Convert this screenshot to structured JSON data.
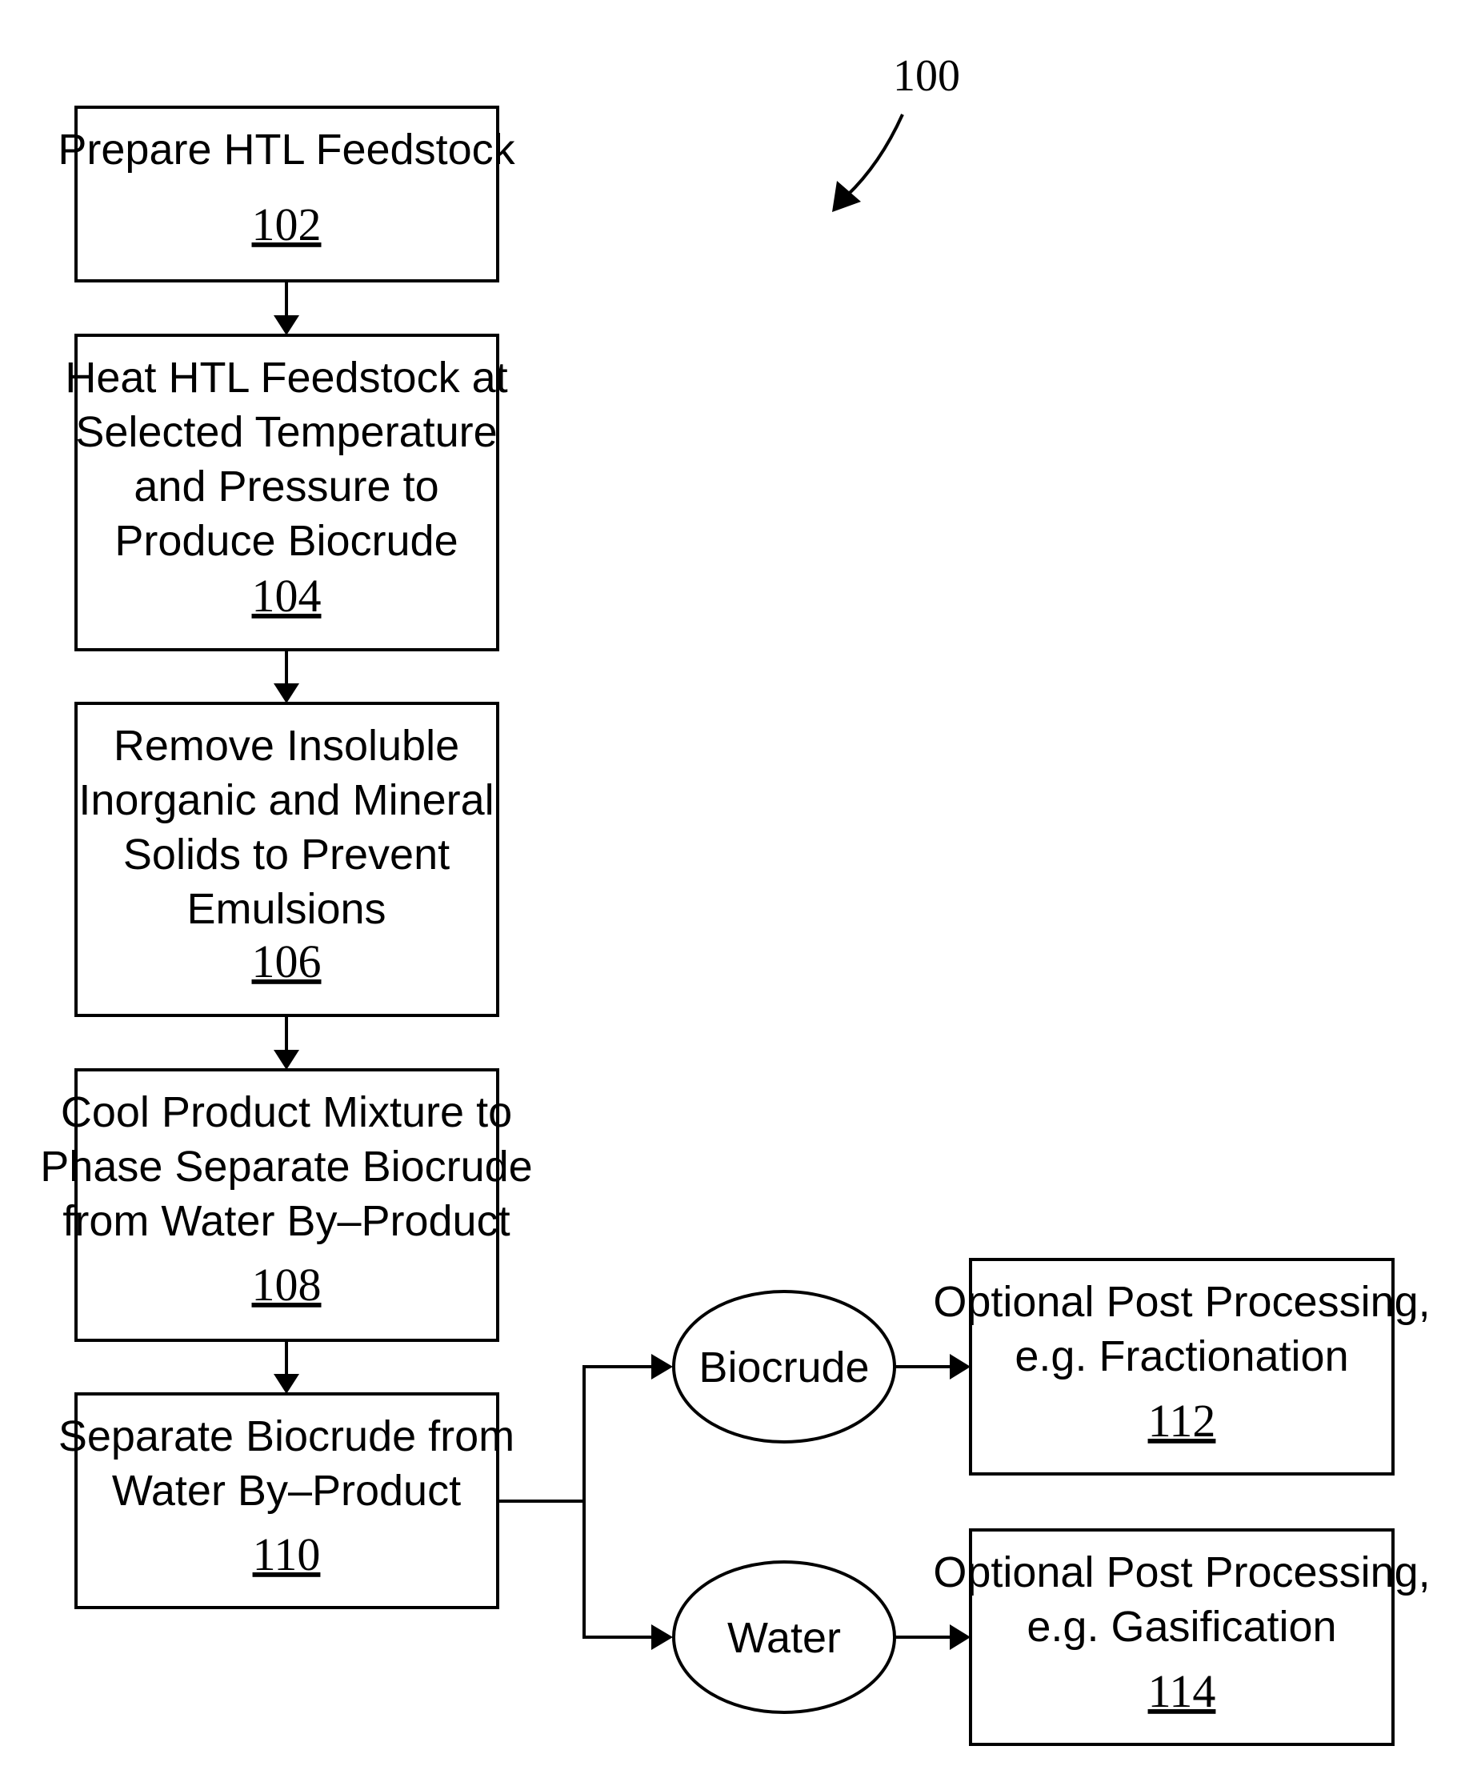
{
  "figure_ref": "100",
  "steps": [
    {
      "id": "102",
      "lines": [
        "Prepare HTL Feedstock"
      ],
      "ref": "102"
    },
    {
      "id": "104",
      "lines": [
        "Heat HTL Feedstock at",
        "Selected Temperature",
        "and Pressure to",
        "Produce Biocrude"
      ],
      "ref": "104"
    },
    {
      "id": "106",
      "lines": [
        "Remove Insoluble",
        "Inorganic and Mineral",
        "Solids to Prevent",
        "Emulsions"
      ],
      "ref": "106"
    },
    {
      "id": "108",
      "lines": [
        "Cool Product Mixture to",
        "Phase Separate Biocrude",
        "from Water By–Product"
      ],
      "ref": "108"
    },
    {
      "id": "110",
      "lines": [
        "Separate Biocrude from",
        "Water By–Product"
      ],
      "ref": "110"
    }
  ],
  "outputs": [
    {
      "id": "biocrude",
      "label": "Biocrude"
    },
    {
      "id": "water",
      "label": "Water"
    }
  ],
  "post_steps": [
    {
      "id": "112",
      "lines": [
        "Optional Post Processing,",
        "e.g. Fractionation"
      ],
      "ref": "112"
    },
    {
      "id": "114",
      "lines": [
        "Optional Post Processing,",
        "e.g. Gasification"
      ],
      "ref": "114"
    }
  ]
}
